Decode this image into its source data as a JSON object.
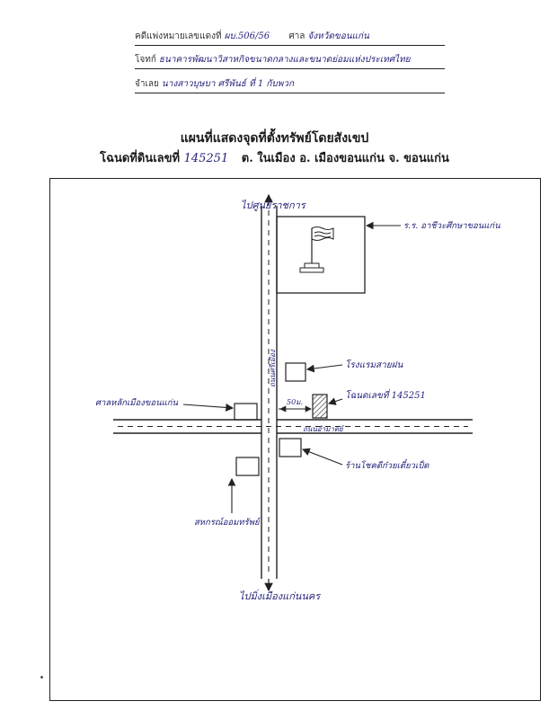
{
  "header": {
    "folio_label": "คดีแพ่งหมายเลขแดงที่",
    "folio_value": "ผบ.506/56",
    "court_label": "ศาล",
    "court_value": "จังหวัดขอนแก่น",
    "plaintiff_label": "โจทก์",
    "plaintiff_value": "ธนาคารพัฒนาวิสาหกิจขนาดกลางและขนาดย่อมแห่งประเทศไทย",
    "defendant_label": "จำเลย",
    "defendant_value": "นางสาวบุษบา ศรีพันธ์ ที่ 1 กับพวก"
  },
  "title": "แผนที่แสดงจุดที่ตั้งทรัพย์โดยสังเขป",
  "subtitle": {
    "deed_label": "โฉนดที่ดินเลขที่",
    "deed_value": "145251",
    "location": "ต. ในเมือง อ. เมืองขอนแก่น จ. ขอนแก่น"
  },
  "map": {
    "north_road": "ไปศูนย์ราชการ",
    "south_road": "ไปมิ่งเมืองแก่นนคร",
    "school": "ร.ร. อาชีวะศึกษาขอนแก่น",
    "hotel": "โรงแรมสายฝน",
    "land": "โฉนดเลขที่ 145251",
    "distance": "50ม.",
    "vertical_road": "ถนนศรีเมือง",
    "horizontal_road": "ถนนอำมาตย์",
    "shrine": "ศาลหลักเมืองขอนแก่น",
    "restaurant": "ร้านโชคดีก๋วยเตี๋ยวเป็ด",
    "cooperative": "สหกรณ์ออมทรัพย์"
  }
}
